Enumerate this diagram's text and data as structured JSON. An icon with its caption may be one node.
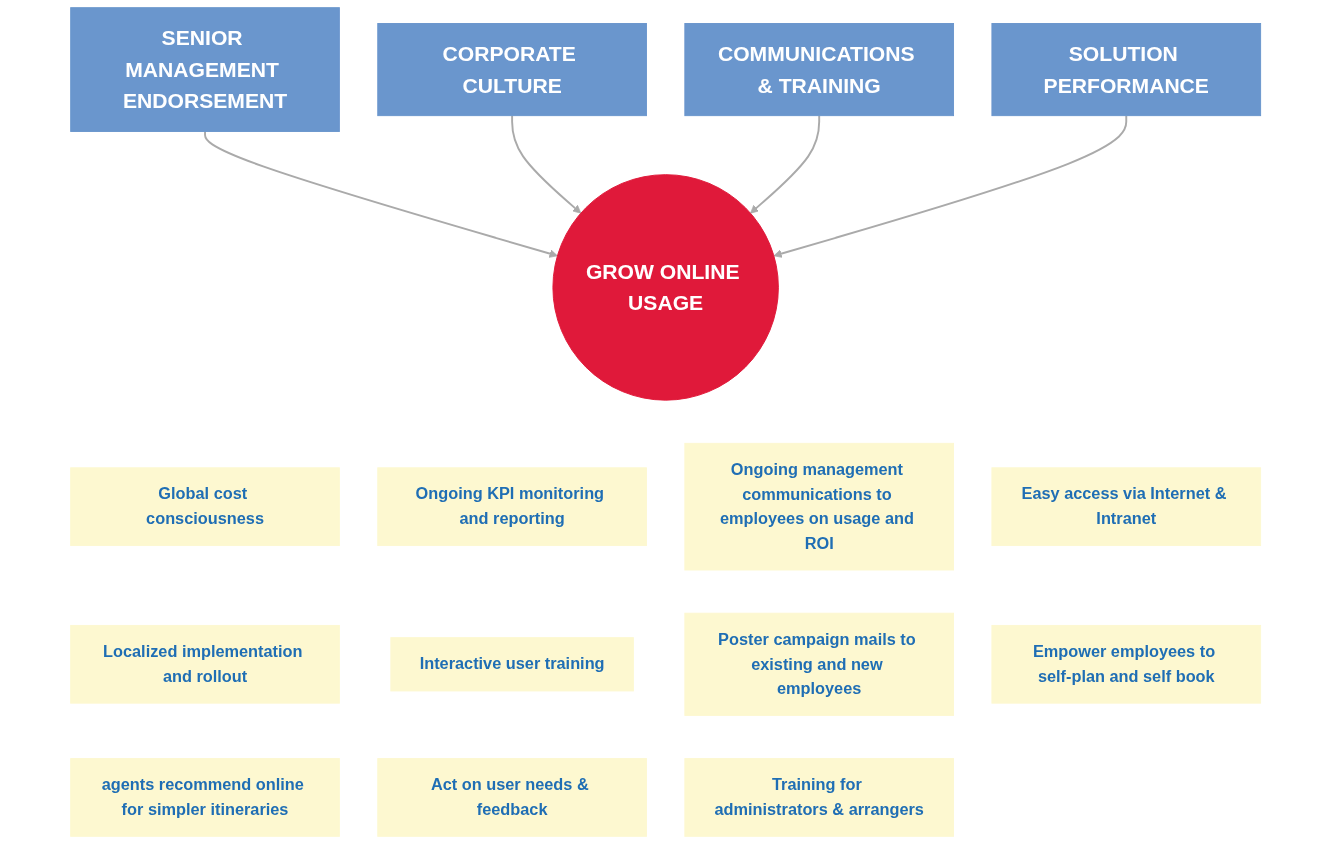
{
  "diagram": {
    "nodes": [
      {
        "text": [
          "SENIOR MANAGEMENT ENDORSEMENT"
        ]
      },
      {
        "text": [
          "Global cost consciousness"
        ]
      },
      {
        "text": [
          "Ongoing KPI monitoring and reporting"
        ]
      },
      {
        "text": [
          "Ongoing management communications to employees on usage and ROI"
        ]
      },
      {
        "text": [
          "CORPORATE CULTURE"
        ]
      },
      {
        "text": [
          "GROW ONLINE USAGE"
        ]
      },
      {
        "text": [
          "COMMUNICATIONS & TRAINING"
        ]
      },
      {
        "text": [
          "Easy access via Internet & Intranet"
        ]
      },
      {
        "text": [
          "Localized implementation and rollout"
        ]
      },
      {
        "text": [
          "Interactive user training"
        ]
      },
      {
        "text": [
          "Poster campaign mails to existing and new employees"
        ]
      },
      {
        "text": [
          "Empower employees to self-plan and self book"
        ]
      },
      {
        "text": [
          "agents recommend online for simpler itineraries"
        ]
      },
      {
        "text": [
          "Act on user needs & feedback"
        ]
      },
      {
        "text": [
          "Training for administrators & arrangers"
        ]
      },
      {
        "text": [
          "SOLUTION PERFORMANCE"
        ]
      }
    ],
    "edges": [
      {
        "from": 0,
        "to": 5,
        "arrow": "to"
      },
      {
        "from": 4,
        "to": 5,
        "arrow": "to"
      },
      {
        "from": 6,
        "to": 5,
        "arrow": "to"
      },
      {
        "from": 15,
        "to": 5,
        "arrow": "to"
      }
    ]
  }
}
